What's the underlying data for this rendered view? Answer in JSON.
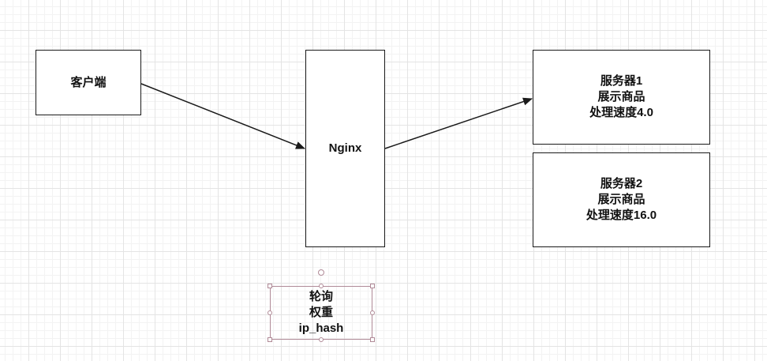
{
  "diagram": {
    "client": {
      "label": "客户端"
    },
    "nginx": {
      "label": "Nginx"
    },
    "servers": [
      {
        "lines": [
          "服务器1",
          "展示商品",
          "处理速度4.0"
        ]
      },
      {
        "lines": [
          "服务器2",
          "展示商品",
          "处理速度16.0"
        ]
      }
    ],
    "note": {
      "lines": [
        "轮询",
        "权重",
        "ip_hash"
      ]
    }
  },
  "colors": {
    "stroke": "#1a1a1a",
    "selection": "#b08a97",
    "grid": "#e4e4e4"
  }
}
